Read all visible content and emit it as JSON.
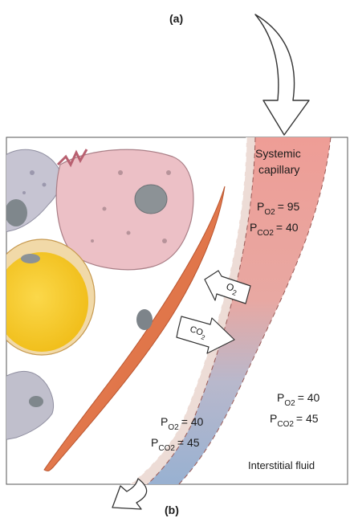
{
  "panel_a_label": "(a)",
  "panel_b_label": "(b)",
  "capillary": {
    "title_line1": "Systemic",
    "title_line2": "capillary",
    "arterial_po2": {
      "prefix": "P",
      "sub": "O2",
      "value": "= 95"
    },
    "arterial_pco2": {
      "prefix": "P",
      "sub": "CO2",
      "value": "= 40"
    },
    "venous_po2": {
      "prefix": "P",
      "sub": "O2",
      "value": "= 40"
    },
    "venous_pco2": {
      "prefix": "P",
      "sub": "CO2",
      "value": "= 45"
    }
  },
  "interstitial": {
    "po2": {
      "prefix": "P",
      "sub": "O2",
      "value": "= 40"
    },
    "pco2": {
      "prefix": "P",
      "sub": "CO2",
      "value": "= 45"
    },
    "label": "Interstitial fluid"
  },
  "gas_arrows": {
    "o2": {
      "main": "O",
      "sub": "2"
    },
    "co2": {
      "main": "CO",
      "sub": "2"
    }
  },
  "colors": {
    "arterial_blood": "#e8a09a",
    "venous_blood": "#9db4d0",
    "capillary_wall": "#e7cfc8",
    "muscle_cell": "#e57a50",
    "fat_droplet": "#f6c928",
    "cell_pink": "#e9bcc2",
    "cell_grey": "#bcbcc8",
    "nucleus": "#8a9094"
  }
}
